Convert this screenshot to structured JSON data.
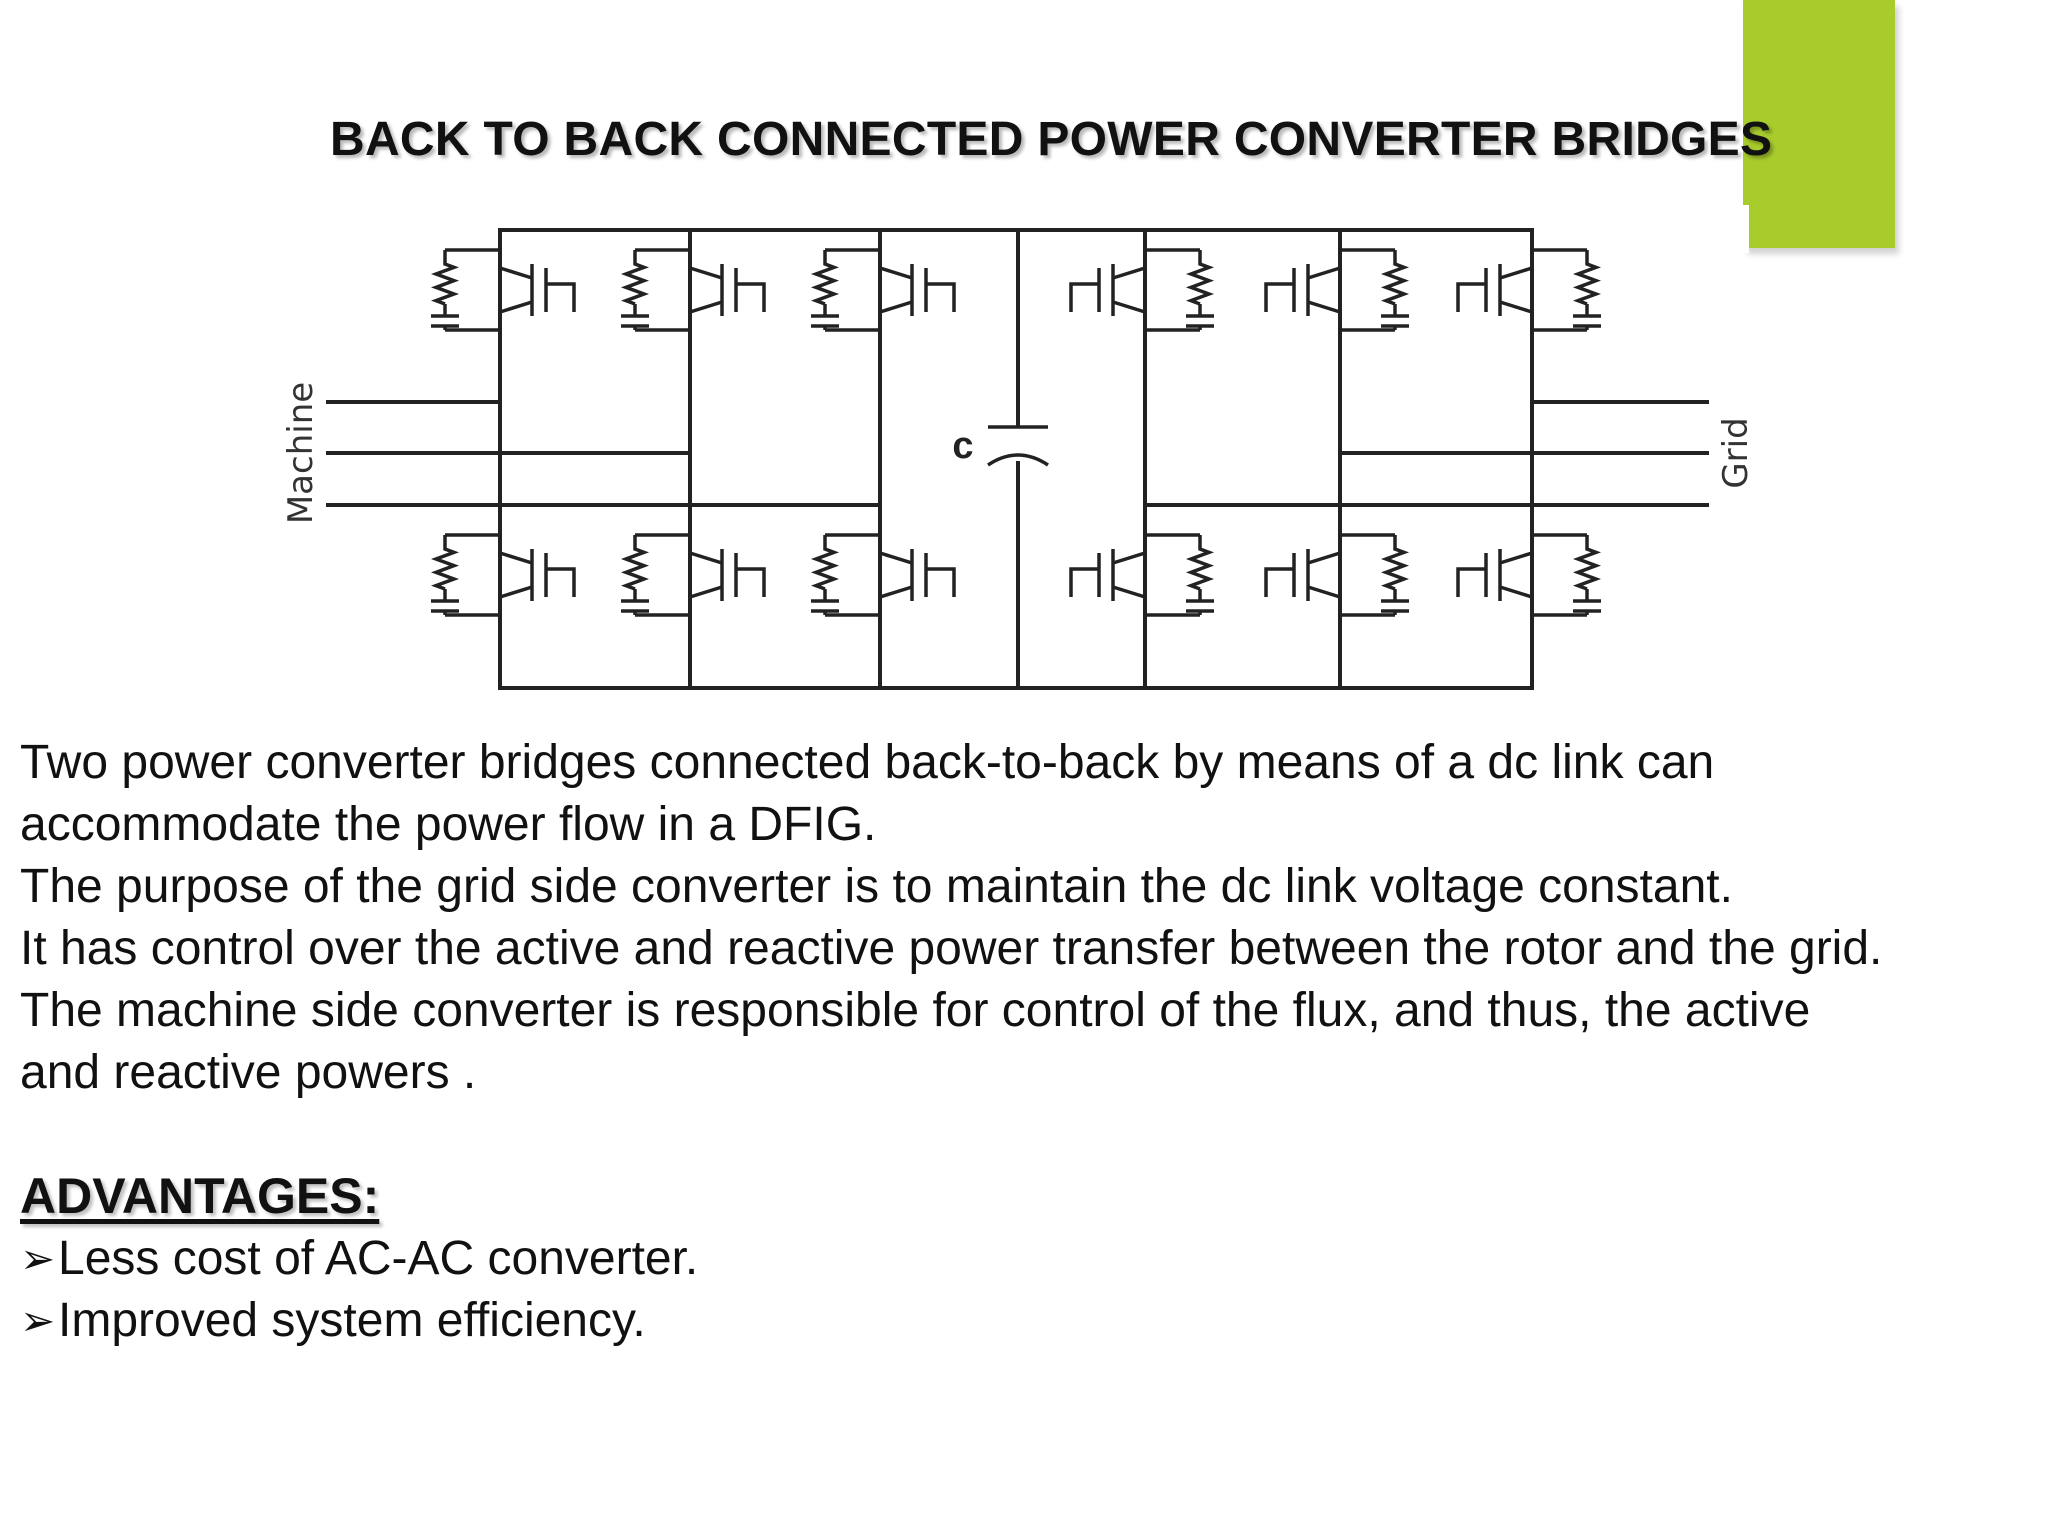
{
  "slide": {
    "title": "BACK TO BACK CONNECTED POWER CONVERTER BRIDGES",
    "accent_color": "#a8cc2c"
  },
  "diagram": {
    "left_label": "Machine",
    "right_label": "Grid",
    "capacitor_label": "c"
  },
  "body": {
    "paragraphs": [
      "Two power converter bridges connected back-to-back by means of a dc link can",
      "accommodate the power flow in a DFIG.",
      "The purpose of the grid side converter is to maintain the dc link voltage constant.",
      " It has control over the active and reactive power transfer between the rotor and the grid.",
      "The machine side converter is responsible for control of the flux, and thus, the active",
      "and reactive powers ."
    ]
  },
  "advantages": {
    "heading": "ADVANTAGES:",
    "bullet_icon": "arrowhead-bullet-icon",
    "items": [
      "Less cost of AC-AC converter.",
      "Improved system efficiency."
    ]
  }
}
